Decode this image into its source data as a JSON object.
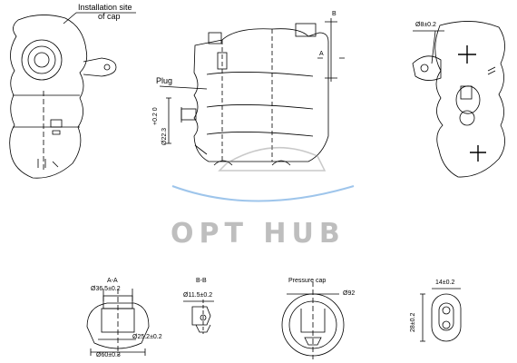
{
  "labels": {
    "installation_site": "Installation site",
    "of_cap": "of cap",
    "plug": "Plug",
    "section_b_marker": "B",
    "section_a_marker": "A",
    "dia_22_3": "Ø22.3",
    "tol_22_3": "+0.2  0",
    "dia_8": "Ø8±0.2",
    "section_aa": "A-A",
    "dia_36_5": "Ø36.5±0.2",
    "dia_25_2": "Ø25.2±0.2",
    "dia_60": "Ø60±0.3",
    "section_bb": "B-B",
    "dia_11_5": "Ø11.5±0.2",
    "pressure_cap": "Pressure cap",
    "dia_92": "Ø92",
    "dim_14": "14±0.2",
    "dim_28": "28±0.2"
  },
  "watermark": {
    "text": "OPT HUB",
    "color": "#8a8a8a"
  },
  "colors": {
    "line": "#000000",
    "watermark_blue": "#2a7fd4"
  }
}
